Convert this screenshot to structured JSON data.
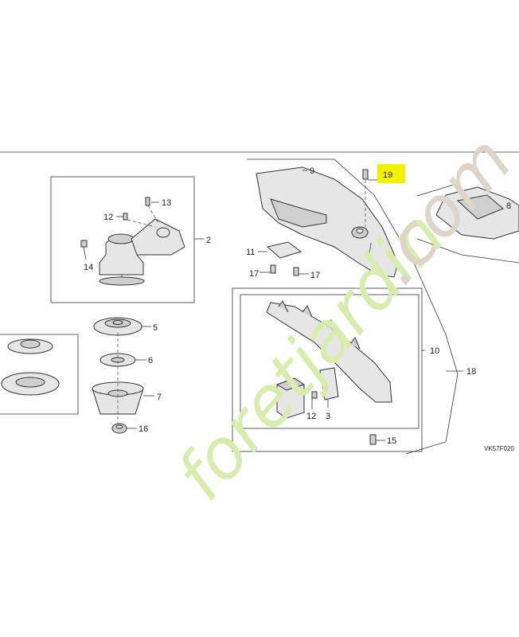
{
  "labels": {
    "p2": "2",
    "p3": "3",
    "p5": "5",
    "p6": "6",
    "p7": "7",
    "p8": "8",
    "p9": "9",
    "p10": "10",
    "p11": "11",
    "p12a": "12",
    "p12b": "12",
    "p13": "13",
    "p14": "14",
    "p15": "15",
    "p16": "16",
    "p17a": "17",
    "p17b": "17",
    "p18": "18",
    "p19": "19"
  },
  "diagram_code": "VK57F020",
  "watermark": {
    "part1": "foretjardin",
    "part2": ".com"
  },
  "colors": {
    "highlight": "#f2f200",
    "watermark_green": "#d8ecae",
    "watermark_beige": "#dcd5c8"
  }
}
